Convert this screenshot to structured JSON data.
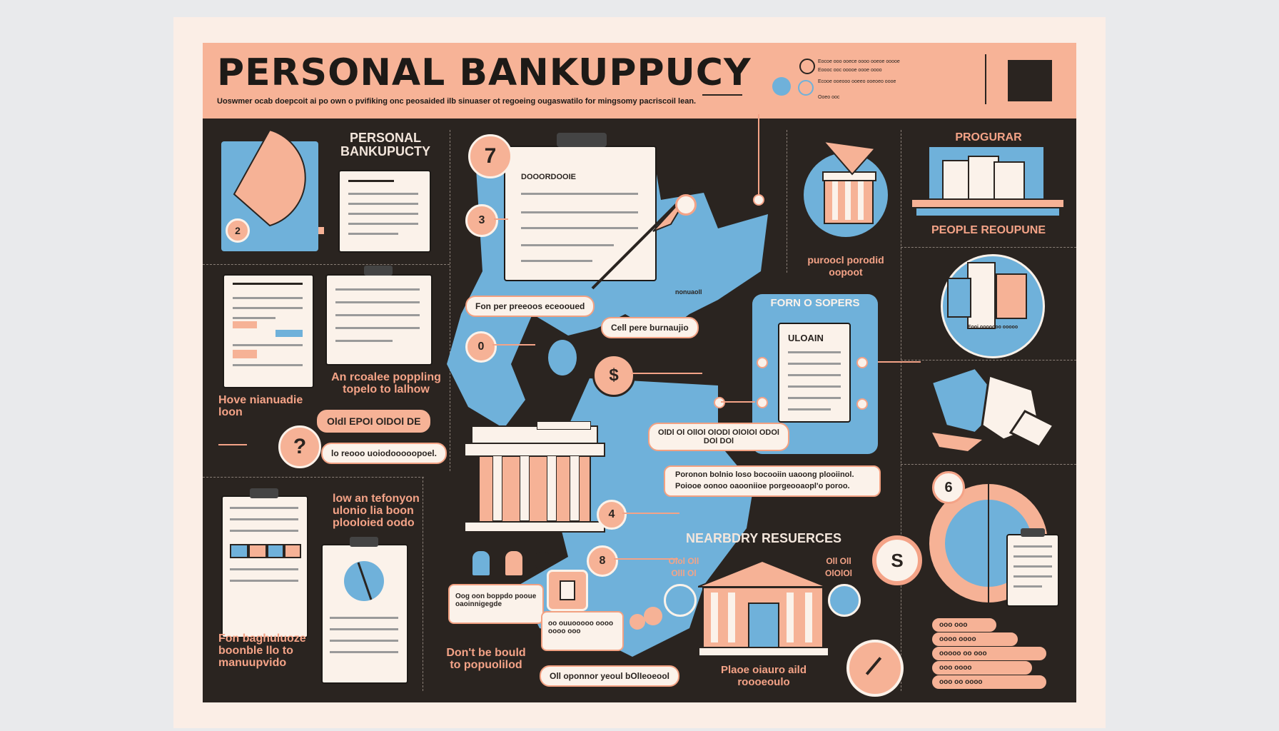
{
  "header": {
    "title": "PERSONAL BANKUPPUCY",
    "subtitle": "Uoswmer ocab doepcoit ai po own o pvifiking onc peosaided ilb sinuaser ot regoeing ougaswatilo for mingsomy pacriscoil lean.",
    "legend_lines": [
      "Eocoe ooo ooece oooo ooeoe ooooe",
      "Eoooc ooc ooooe oooe oooo",
      "Ecooe ooeooo ooeeo ooeoeo oooe",
      "Ooeo ooc"
    ]
  },
  "left_column": {
    "section1_title": "PERSONAL BANKUPUCTY",
    "badge_number": "2",
    "caption_left": "Hove nianuadie loon",
    "caption_right": "An rcoalee poppling topelo to lalhow",
    "caption_bottom_left": "Fon baghuluoze boonble llo to manuupvido",
    "caption_bottom_mid": "low an tefonyon ulonio lia boon plooloied oodo",
    "question_mark": "?"
  },
  "center": {
    "num_7": "7",
    "num_3": "3",
    "num_0": "0",
    "num_4": "4",
    "num_8": "8",
    "doc_heading": "DOOORDOOIE",
    "pill_1": "Fon per preeoos eceooued",
    "pill_2": "Cell pere burnaujio",
    "pill_3": "Oldl EPOI OlDOl DE",
    "pill_4": "lo reooo uoiodooooopoel.",
    "pill_5": "Oog oon boppdo pooue oaoinnigegde",
    "pill_6": "oo ouuooooo oooo oooo ooo",
    "pill_7": "Oll oponnor yeoul bOlIeoeool",
    "label_small": "nonuaoll",
    "dont_text": "Don't be bould to popuolilod",
    "money_icon": "$"
  },
  "mid_right": {
    "form_title": "FORN O SOPERS",
    "form_doc": "ULOAIN",
    "pill_a": "OlDl Ol OllOl OlODl OlOlOl ODOl DOl DOl",
    "note_lines": [
      "Poronon bolnio loso bocooiin uaoong plooiinol.",
      "Poiooe oonoo oaooniioe porgeooaopl'o poroo."
    ],
    "bank_caption": "puroocl porodid oopoot",
    "nearby_title": "NEARBDRY RESUERCES",
    "nearby_left": "Olol Oll Olll Ol",
    "nearby_right": "Oll Oll OlOlOl",
    "place_caption": "Plaoe oiauro aild roooeoulo"
  },
  "right_column": {
    "title_top": "PROGURAR",
    "people_caption": "PEOPLE REOUPUNE",
    "circle_caption": "Eooi ooooooo ooooo",
    "badge_6": "6",
    "badge_s": "S",
    "list_items": [
      "ooo ooo",
      "oooo oooo",
      "ooooo oo ooo",
      "ooo oooo",
      "ooo oo oooo"
    ]
  },
  "colors": {
    "peach": "#f6b296",
    "blue": "#6fb1da",
    "dark": "#2a2420",
    "cream": "#fbf2ea"
  }
}
